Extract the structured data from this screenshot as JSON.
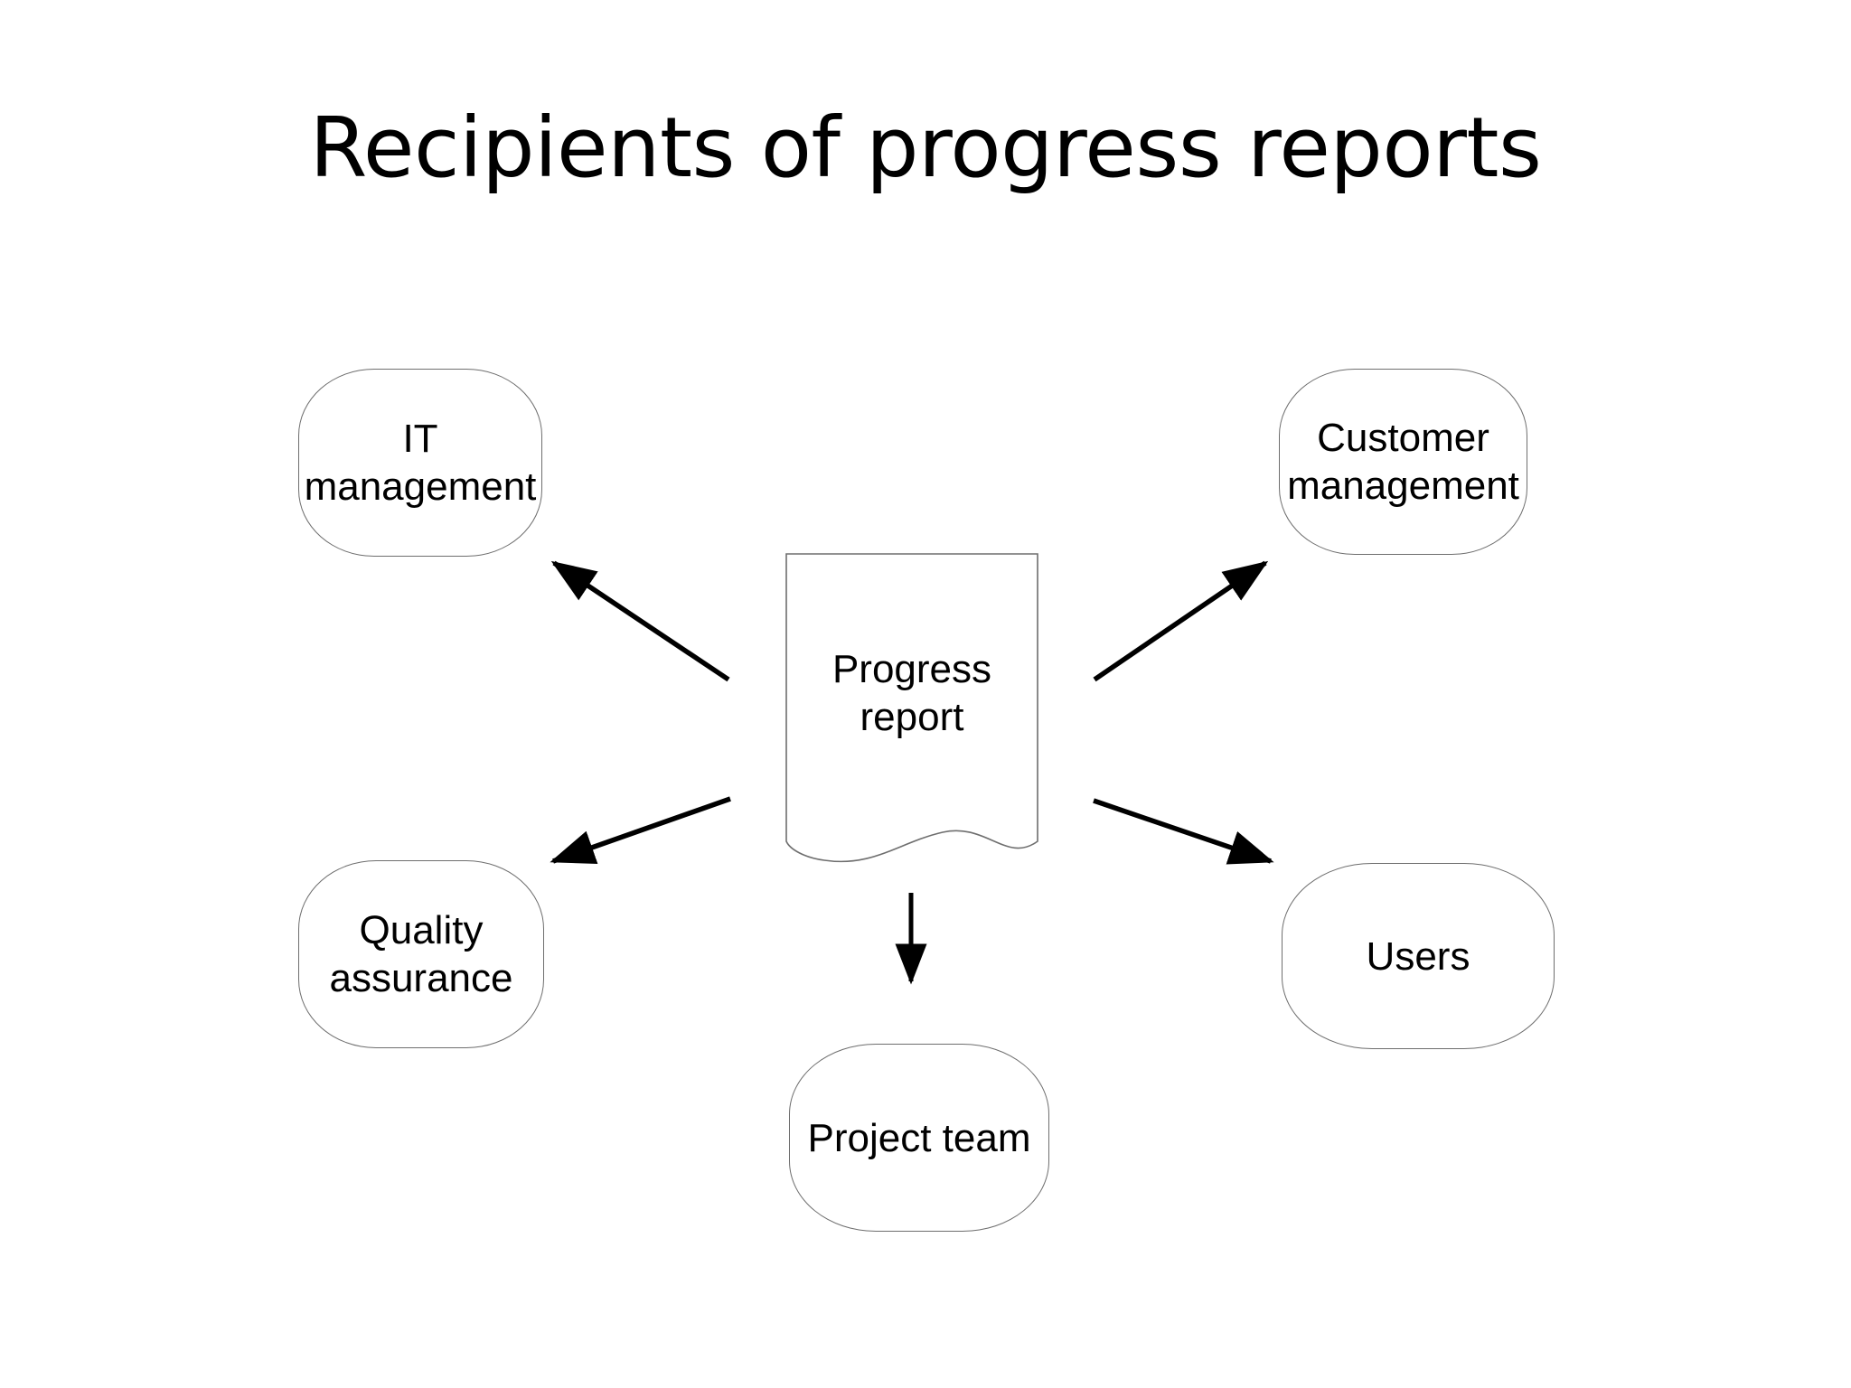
{
  "slide": {
    "title": "Recipients of progress reports",
    "background_color": "#ffffff",
    "text_color": "#000000",
    "shape_outline_color": "#6e6e6e",
    "connector_color": "#000000"
  },
  "diagram": {
    "type": "hub-and-spoke",
    "center_node": {
      "id": "progress-report",
      "label": "Progress\nreport",
      "shape": "document"
    },
    "nodes": [
      {
        "id": "it-management",
        "label": "IT\nmanagement",
        "shape": "rounded-rectangle",
        "position": "top-left"
      },
      {
        "id": "customer-management",
        "label": "Customer\nmanagement",
        "shape": "rounded-rectangle",
        "position": "top-right"
      },
      {
        "id": "quality-assurance",
        "label": "Quality\nassurance",
        "shape": "rounded-rectangle",
        "position": "bottom-left"
      },
      {
        "id": "users",
        "label": "Users",
        "shape": "rounded-rectangle",
        "position": "middle-right"
      },
      {
        "id": "project-team",
        "label": "Project team",
        "shape": "rounded-rectangle",
        "position": "bottom-center"
      }
    ],
    "connectors": [
      {
        "id": "arrow-to-it-management",
        "from": "progress-report",
        "to": "it-management",
        "style": "single-arrow"
      },
      {
        "id": "arrow-to-customer-management",
        "from": "progress-report",
        "to": "customer-management",
        "style": "single-arrow"
      },
      {
        "id": "arrow-to-quality-assurance",
        "from": "progress-report",
        "to": "quality-assurance",
        "style": "single-arrow"
      },
      {
        "id": "arrow-to-users",
        "from": "progress-report",
        "to": "users",
        "style": "single-arrow"
      },
      {
        "id": "arrow-to-project-team",
        "from": "progress-report",
        "to": "project-team",
        "style": "single-arrow"
      }
    ]
  }
}
